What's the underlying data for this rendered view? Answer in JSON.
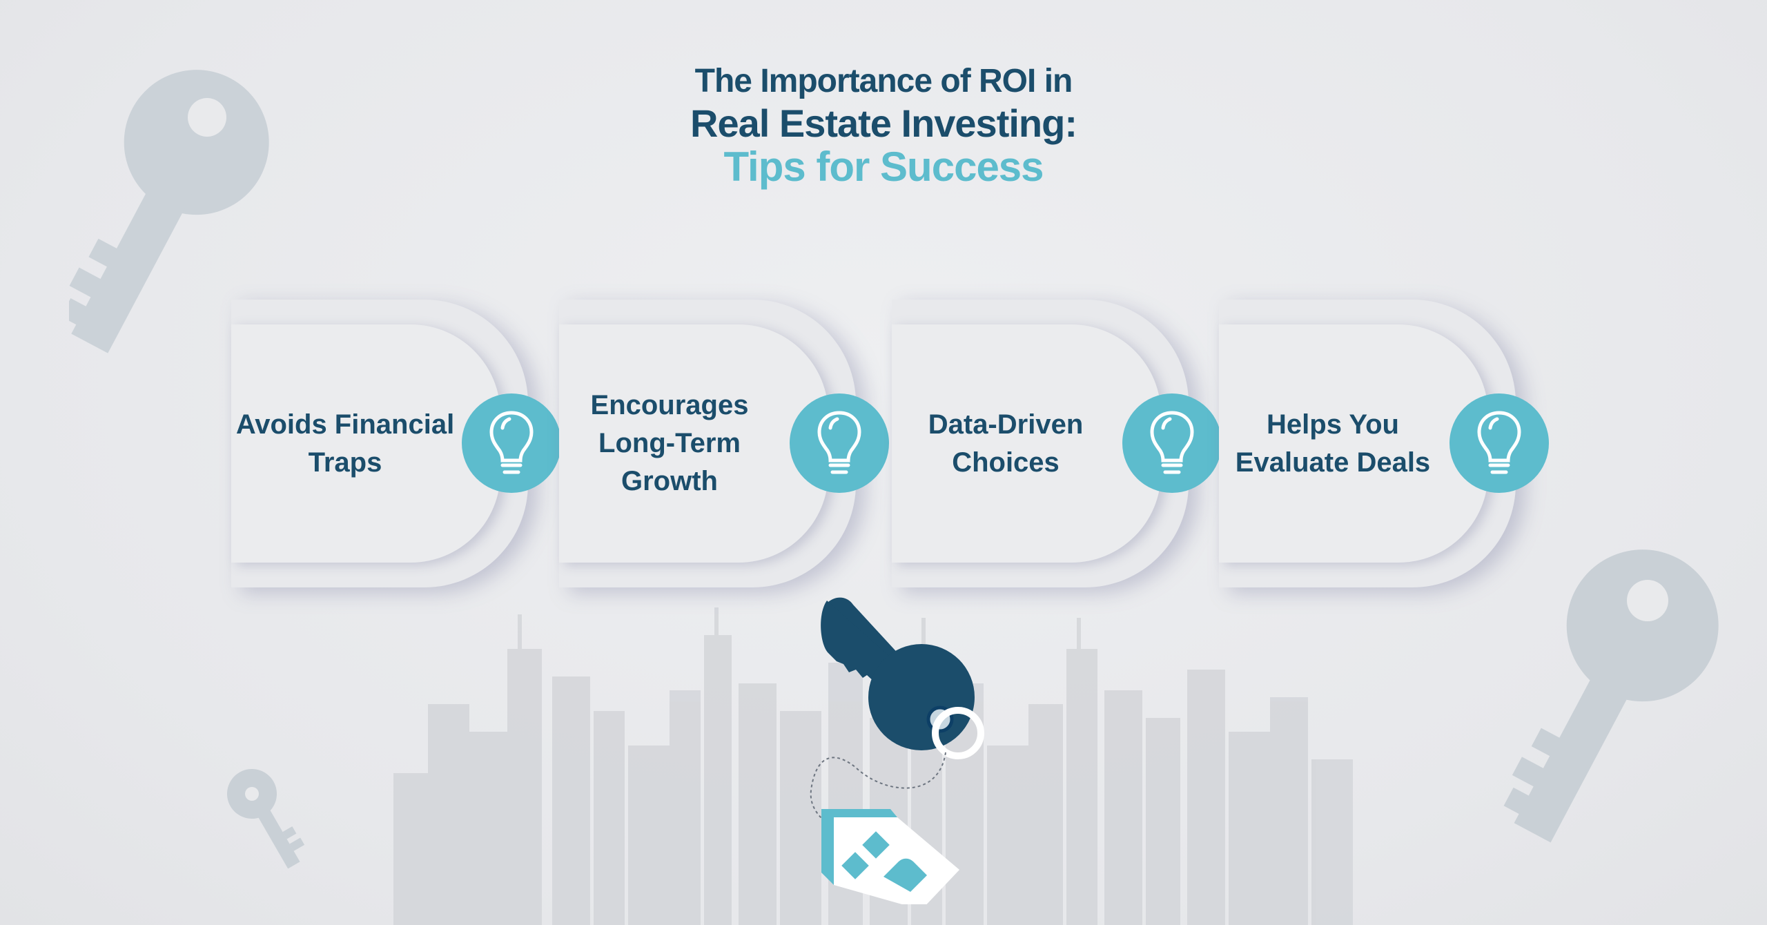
{
  "title": {
    "line1": "The Importance of ROI in",
    "line2": "Real Estate Investing:",
    "line3": "Tips for Success"
  },
  "cards": [
    {
      "label": "Avoids Financial Traps",
      "icon": "lightbulb-icon"
    },
    {
      "label": "Encourages Long-Term Growth",
      "icon": "lightbulb-icon"
    },
    {
      "label": "Data-Driven Choices",
      "icon": "lightbulb-icon"
    },
    {
      "label": "Helps You Evaluate Deals",
      "icon": "lightbulb-icon"
    }
  ],
  "colors": {
    "navy": "#1b4d6b",
    "teal": "#5dbccd",
    "background": "#e9eaec",
    "decor_key": "#c9d0d6"
  }
}
